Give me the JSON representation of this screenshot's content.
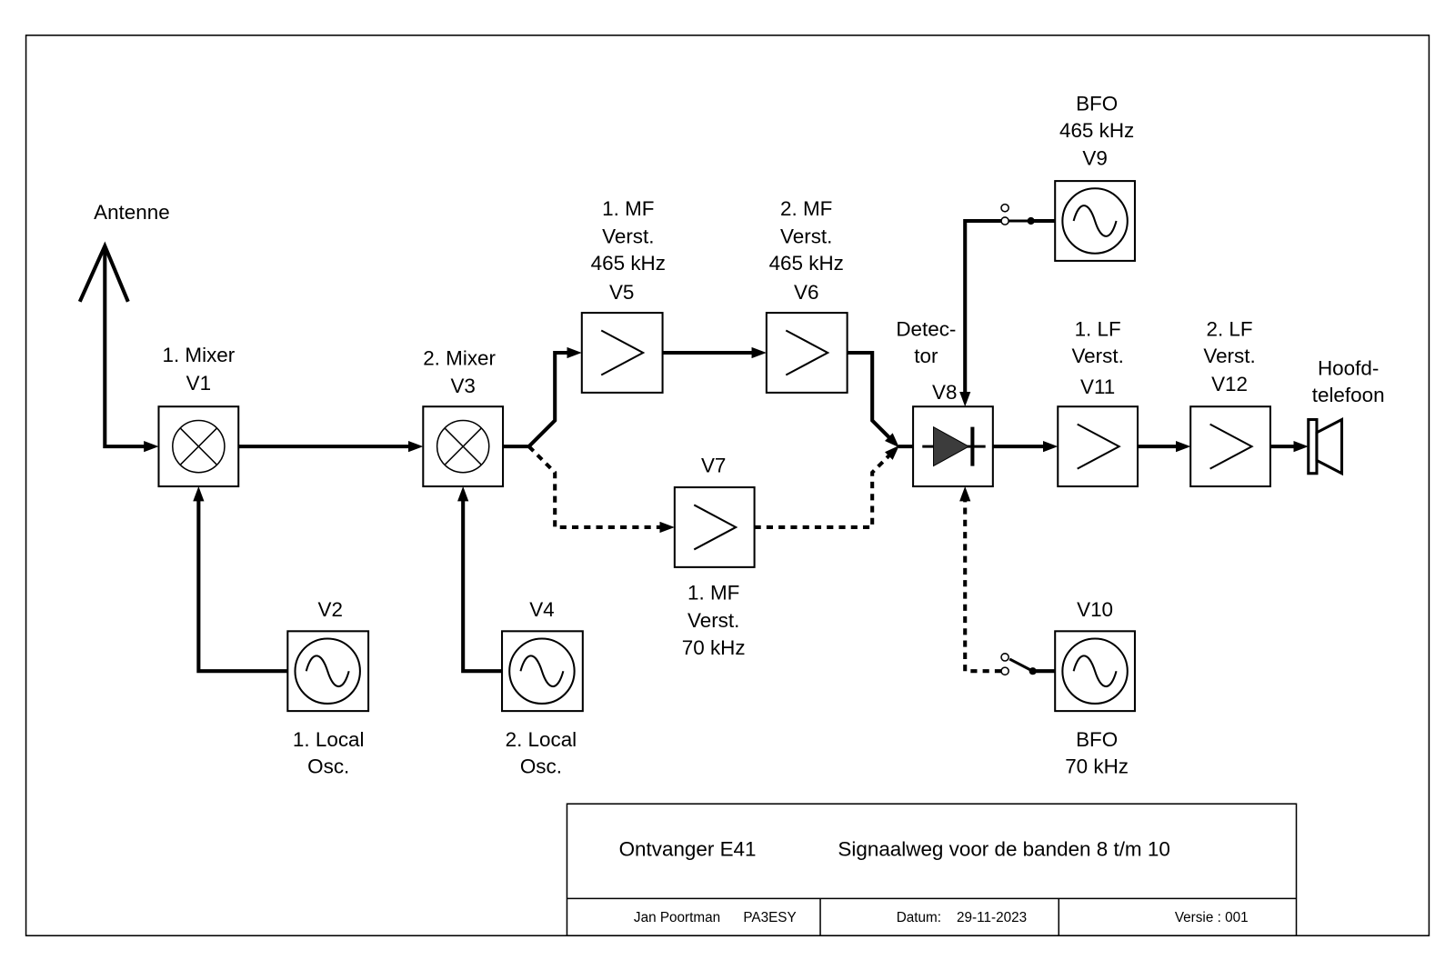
{
  "diagram": {
    "antenna": {
      "label": "Antenne"
    },
    "mixer_1": {
      "lines": [
        "1. Mixer",
        "V1"
      ]
    },
    "mixer_2": {
      "lines": [
        "2. Mixer",
        "V3"
      ]
    },
    "local_osc_1": {
      "tube": "V2",
      "lines": [
        "1. Local",
        "Osc."
      ]
    },
    "local_osc_2": {
      "tube": "V4",
      "lines": [
        "2. Local",
        "Osc."
      ]
    },
    "if_amp_1_465": {
      "lines": [
        "1. MF",
        "Verst.",
        "465 kHz",
        "V5"
      ]
    },
    "if_amp_2_465": {
      "lines": [
        "2. MF",
        "Verst.",
        "465 kHz",
        "V6"
      ]
    },
    "if_amp_1_70": {
      "tube": "V7",
      "lines": [
        "1. MF",
        "Verst.",
        "70 kHz"
      ]
    },
    "detector": {
      "lines": [
        "Detec-",
        "tor",
        "V8"
      ]
    },
    "bfo_465": {
      "lines": [
        "BFO",
        "465 kHz",
        "V9"
      ]
    },
    "bfo_70": {
      "tube": "V10",
      "lines": [
        "BFO",
        "70 kHz"
      ]
    },
    "af_amp_1": {
      "lines": [
        "1. LF",
        "Verst.",
        "V11"
      ]
    },
    "af_amp_2": {
      "lines": [
        "2. LF",
        "Verst.",
        "V12"
      ]
    },
    "headphones": {
      "lines": [
        "Hoofd-",
        "telefoon"
      ]
    }
  },
  "title_block": {
    "device": "Ontvanger E41",
    "subject": "Signaalweg voor de banden 8 t/m 10",
    "author": "Jan Poortman",
    "callsign": "PA3ESY",
    "date_label": "Datum:",
    "date": "29-11-2023",
    "version": "Versie : 001"
  },
  "colors": {
    "line": "#000000",
    "background": "#ffffff",
    "diode": "#3c3c3c"
  }
}
